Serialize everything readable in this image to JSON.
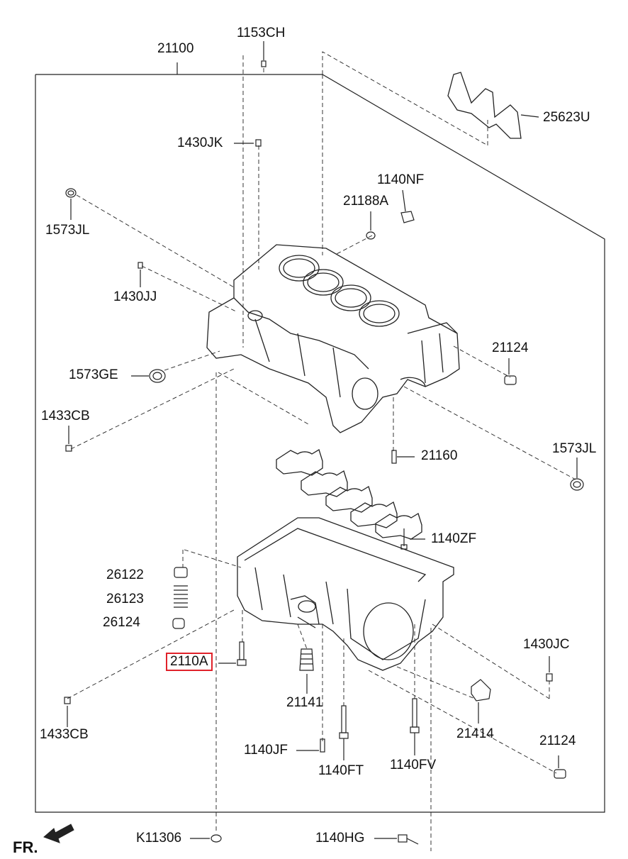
{
  "colors": {
    "line": "#222222",
    "highlight": "#e0222a"
  },
  "labels": {
    "assembly": "21100",
    "bolt_top": "1153CH",
    "heat_shield": "25623U",
    "pin_1430jk": "1430JK",
    "bolt_1140nf": "1140NF",
    "washer_21188a": "21188A",
    "plug_1573jl_top": "1573JL",
    "pin_1430jj": "1430JJ",
    "plug_1573ge": "1573GE",
    "bush_21124_top": "21124",
    "pin_1433cb_top": "1433CB",
    "bolt_21160": "21160",
    "plug_1573jl_right": "1573JL",
    "bolt_1140zf": "1140ZF",
    "relief_26122": "26122",
    "spring_26123": "26123",
    "plug_26124": "26124",
    "highlighted_part": "2110A",
    "pin_1430jc": "1430JC",
    "pin_1433cb_bottom": "1433CB",
    "nozzle_21141": "21141",
    "clip_21414": "21414",
    "bush_21124_bottom": "21124",
    "bolt_1140jf": "1140JF",
    "bolt_1140ft": "1140FT",
    "bolt_1140fv": "1140FV",
    "ring_k11306": "K11306",
    "bolt_1140hg": "1140HG",
    "front_marker": "FR."
  },
  "icons": {
    "front_arrow": "front-arrow-icon"
  }
}
